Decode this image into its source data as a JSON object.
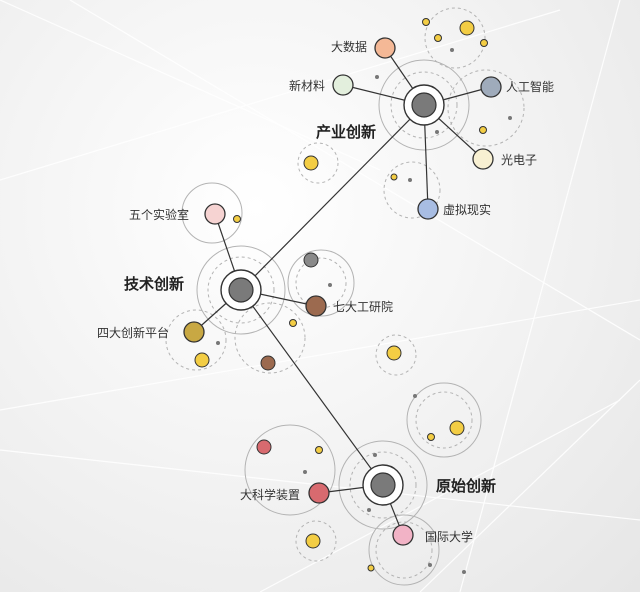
{
  "hubs": [
    {
      "id": "industry",
      "label": "产业创新"
    },
    {
      "id": "tech",
      "label": "技术创新"
    },
    {
      "id": "origin",
      "label": "原始创新"
    }
  ],
  "leaves": [
    {
      "id": "big-data",
      "hub": "industry",
      "label": "大数据",
      "color": "#f4b896"
    },
    {
      "id": "new-materials",
      "hub": "industry",
      "label": "新材料",
      "color": "#e3efdd"
    },
    {
      "id": "ai",
      "hub": "industry",
      "label": "人工智能",
      "color": "#9fabbb"
    },
    {
      "id": "photoelectron",
      "hub": "industry",
      "label": "光电子",
      "color": "#f8f0d2"
    },
    {
      "id": "virtual-reality",
      "hub": "industry",
      "label": "虚拟现实",
      "color": "#a8bde3"
    },
    {
      "id": "five-labs",
      "hub": "tech",
      "label": "五个实验室",
      "color": "#f6d3d2"
    },
    {
      "id": "seven-institutes",
      "hub": "tech",
      "label": "七大工研院",
      "color": "#9c6a4f"
    },
    {
      "id": "four-platforms",
      "hub": "tech",
      "label": "四大创新平台",
      "color": "#c8a843"
    },
    {
      "id": "big-science",
      "hub": "origin",
      "label": "大科学装置",
      "color": "#d86a6f"
    },
    {
      "id": "intl-univ",
      "hub": "origin",
      "label": "国际大学",
      "color": "#f2b3c6"
    }
  ],
  "links": [
    [
      "industry",
      "tech"
    ],
    [
      "tech",
      "origin"
    ]
  ],
  "colors": {
    "hub_fill": "#7a7a7a",
    "dot_yellow": "#f3cd44",
    "dot_gray": "#6f6f6f",
    "ring": "#9a9a9a",
    "line": "#333333"
  }
}
